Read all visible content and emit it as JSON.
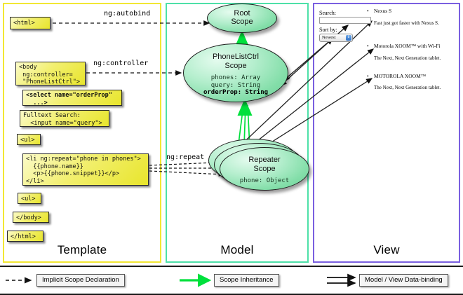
{
  "diagram": {
    "title": "AngularJS Scope Diagram",
    "panels": [
      {
        "id": "template",
        "label": "Template",
        "border_color": "#f2e733"
      },
      {
        "id": "model",
        "label": "Model",
        "border_color": "#4de0a8"
      },
      {
        "id": "view",
        "label": "View",
        "border_color": "#7a5fe0"
      }
    ]
  },
  "template": {
    "boxes": [
      {
        "name": "html-open-box",
        "text": "<html>"
      },
      {
        "name": "body-box",
        "text": "<body\n ng:controller=\n \"PhoneListCtrl\">"
      },
      {
        "name": "select-box",
        "text": "<select name=\"orderProp\"\n  ...>"
      },
      {
        "name": "search-input-box",
        "text": "Fulltext Search:\n  <input name=\"query\">"
      },
      {
        "name": "ul-open-box",
        "text": "<ul>"
      },
      {
        "name": "li-repeat-box",
        "text": "<li ng:repeat=\"phone in phones\">\n  {{phone.name}}\n  <p>{{phone.snippet}}</p>\n</li>"
      },
      {
        "name": "ul-close-box",
        "text": "<ul>"
      },
      {
        "name": "body-close-box",
        "text": "</body>"
      },
      {
        "name": "html-close-box",
        "text": "</html>"
      }
    ]
  },
  "model": {
    "scopes": [
      {
        "name": "root-scope",
        "title_line1": "Root",
        "title_line2": "Scope",
        "props": ""
      },
      {
        "name": "phonelistctrl-scope",
        "title_line1": "PhoneListCtrl",
        "title_line2": "Scope",
        "props_plain": "phones: Array\nquery: String\n",
        "props_bold": "orderProp: String"
      },
      {
        "name": "repeater-scope",
        "title_line1": "Repeater",
        "title_line2": "Scope",
        "props_plain": "phone: Object"
      }
    ]
  },
  "view": {
    "search_label": "Search:",
    "search_value": "",
    "sort_label": "Sort by:",
    "sort_selected": "Newest",
    "sort_caret": "⬍",
    "phones": [
      {
        "name": "Nexus S",
        "snippet": "Fast just got faster with Nexus S."
      },
      {
        "name": "Motorola XOOM™  with Wi-Fi",
        "snippet": "The Next, Next Generation tablet."
      },
      {
        "name": "MOTOROLA XOOM™",
        "snippet": "The Next, Next Generation tablet."
      }
    ],
    "bullet_glyph": "•"
  },
  "edges": {
    "autobind_label": "ng:autobind",
    "controller_label": "ng:controller",
    "repeat_label": "ng:repeat"
  },
  "legend": {
    "items": [
      {
        "name": "implicit-scope-declaration",
        "label": "Implicit Scope Declaration",
        "style": "dashed-arrow",
        "color": "#000000"
      },
      {
        "name": "scope-inheritance",
        "label": "Scope Inheritance",
        "style": "green-arrow",
        "color": "#00e03c"
      },
      {
        "name": "model-view-data-binding",
        "label": "Model / View Data-binding",
        "style": "double-arrow",
        "color": "#000000"
      }
    ]
  },
  "colors": {
    "yellow_box": "#e8e52c",
    "green_scope": "#83dea9",
    "inheritance_green": "#00e03c",
    "template_border": "#f2e733",
    "model_border": "#4de0a8",
    "view_border": "#7a5fe0"
  }
}
